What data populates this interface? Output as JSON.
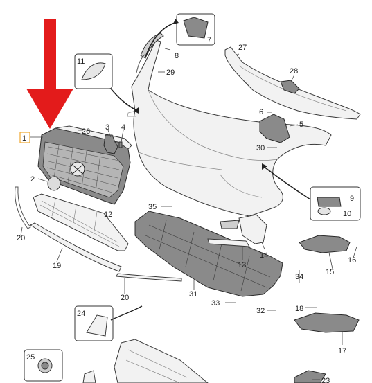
{
  "callouts": {
    "c1": "1",
    "c2": "2",
    "c3": "3",
    "c4": "4",
    "c5": "5",
    "c6": "6",
    "c7": "7",
    "c8": "8",
    "c9": "9",
    "c10": "10",
    "c11": "11",
    "c12": "12",
    "c13": "13",
    "c14": "14",
    "c15": "15",
    "c16": "16",
    "c17": "17",
    "c18": "18",
    "c19": "19",
    "c20a": "20",
    "c20b": "20",
    "c23": "23",
    "c24": "24",
    "c25": "25",
    "c26": "26",
    "c27": "27",
    "c28": "28",
    "c29": "29",
    "c30": "30",
    "c31": "31",
    "c32": "32",
    "c33": "33",
    "c34": "34",
    "c35": "35"
  },
  "colors": {
    "highlight_arrow": "#e31b1b",
    "callout_box_highlight": "#f0a830",
    "line": "#444444"
  }
}
